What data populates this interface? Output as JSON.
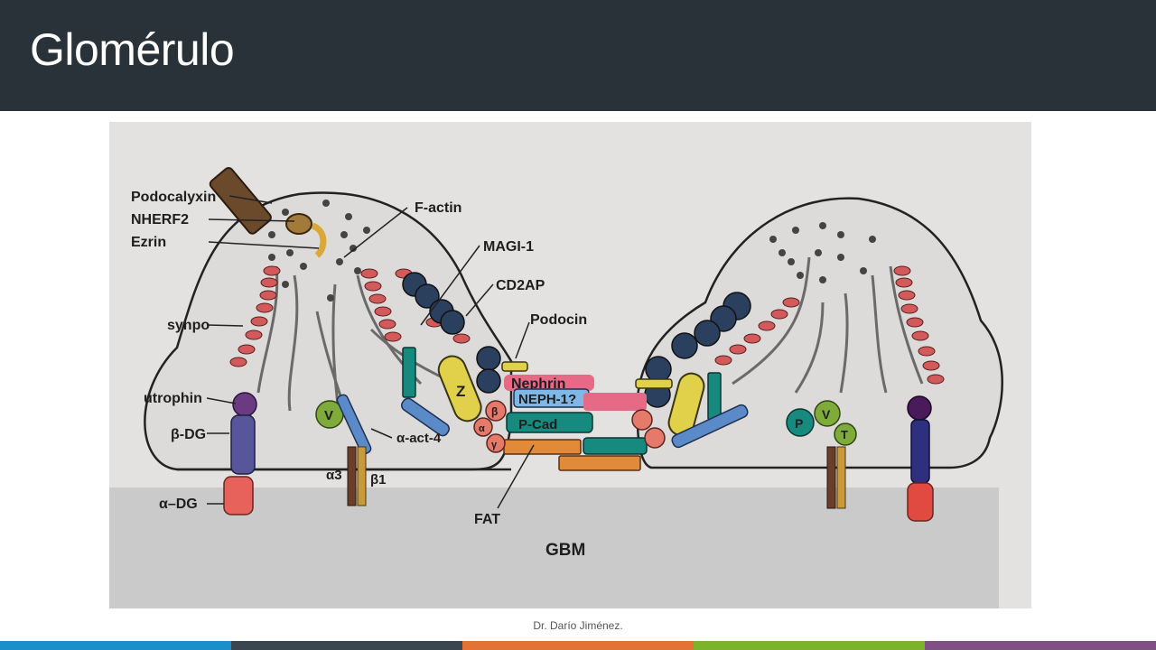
{
  "slide": {
    "title": "Glomérulo",
    "footer": "Dr. Darío Jiménez."
  },
  "colors": {
    "header_bg": "#283238",
    "footer_bars": [
      "#1a8fc9",
      "#3b4750",
      "#e27334",
      "#7bb32b",
      "#7f4f86"
    ]
  },
  "diagram": {
    "labels": {
      "podocalyxin": "Podocalyxin",
      "nherf2": "NHERF2",
      "ezrin": "Ezrin",
      "factin": "F-actin",
      "magi1": "MAGI-1",
      "cd2ap": "CD2AP",
      "podocin": "Podocin",
      "synpo": "synpo",
      "utrophin": "utrophin",
      "bdg": "β-DG",
      "adg": "α–DG",
      "a3": "α3",
      "b1": "β1",
      "aact4": "α-act-4",
      "nephrin": "Nephrin",
      "neph1": "NEPH-1?",
      "pcad": "P-Cad",
      "fat": "FAT",
      "gbm": "GBM",
      "z": "Z",
      "v_left": "V",
      "beta_small": "β",
      "alpha_small": "α",
      "gamma_small": "γ",
      "p_right": "P",
      "v_right": "V",
      "t_right": "T"
    }
  }
}
